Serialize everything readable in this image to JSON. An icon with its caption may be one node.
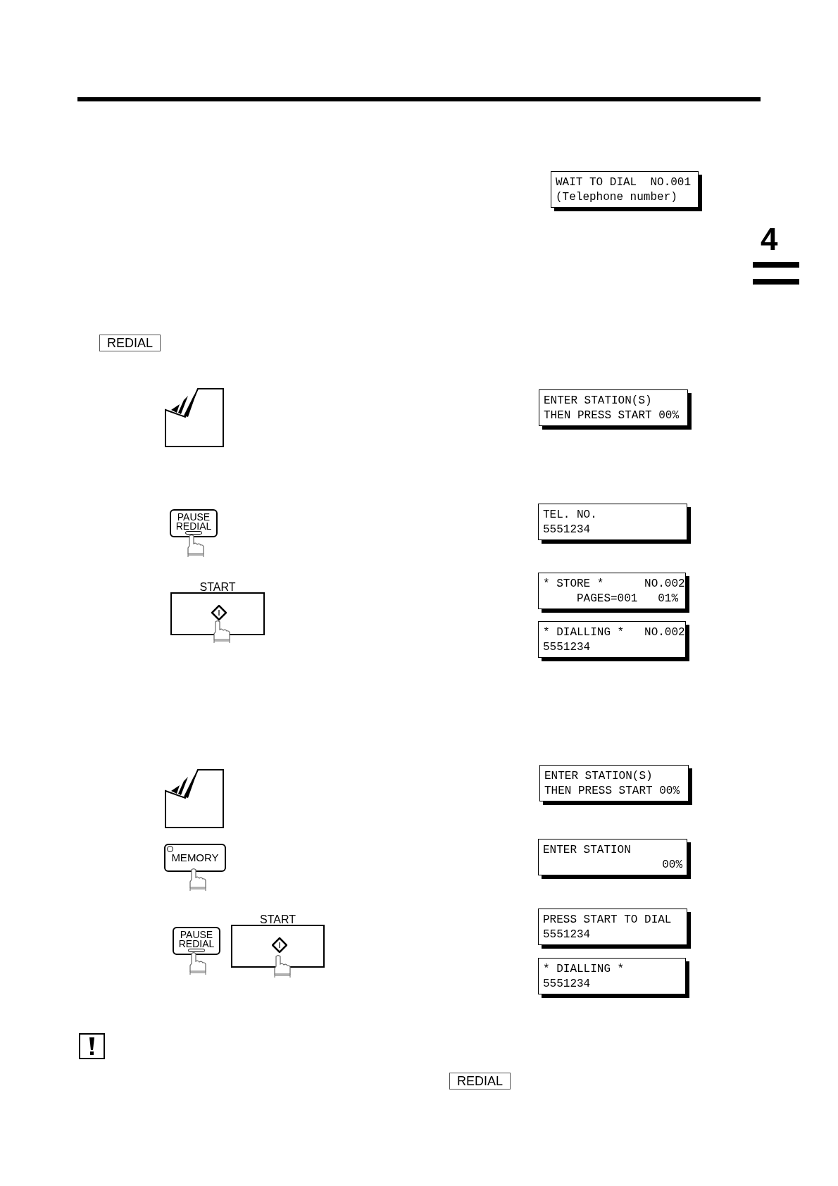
{
  "diagram": {
    "nodes": [
      {
        "text": [
          "WAIT TO DIAL  NO.001",
          "(Telephone number)"
        ]
      },
      {
        "text": [
          "REDIAL"
        ]
      },
      {
        "text": [
          "ENTER STATION(S)",
          "THEN PRESS START 00%"
        ]
      },
      {
        "text": [
          "PAUSE REDIAL"
        ]
      },
      {
        "text": [
          "TEL. NO.",
          "5551234"
        ]
      },
      {
        "text": [
          "START"
        ]
      },
      {
        "text": [
          "* STORE *      NO.002",
          "     PAGES=001   01%"
        ]
      },
      {
        "text": [
          "* DIALLING *   NO.002",
          "5551234"
        ]
      },
      {
        "text": [
          "ENTER STATION(S)",
          "THEN PRESS START 00%"
        ]
      },
      {
        "text": [
          "MEMORY"
        ]
      },
      {
        "text": [
          "ENTER STATION",
          "00%"
        ]
      },
      {
        "text": [
          "PAUSE REDIAL"
        ]
      },
      {
        "text": [
          "START"
        ]
      },
      {
        "text": [
          "PRESS START TO DIAL",
          "5551234"
        ]
      },
      {
        "text": [
          "* DIALLING *",
          "5551234"
        ]
      },
      {
        "text": [
          "REDIAL"
        ]
      }
    ],
    "labels": [
      "4"
    ]
  }
}
